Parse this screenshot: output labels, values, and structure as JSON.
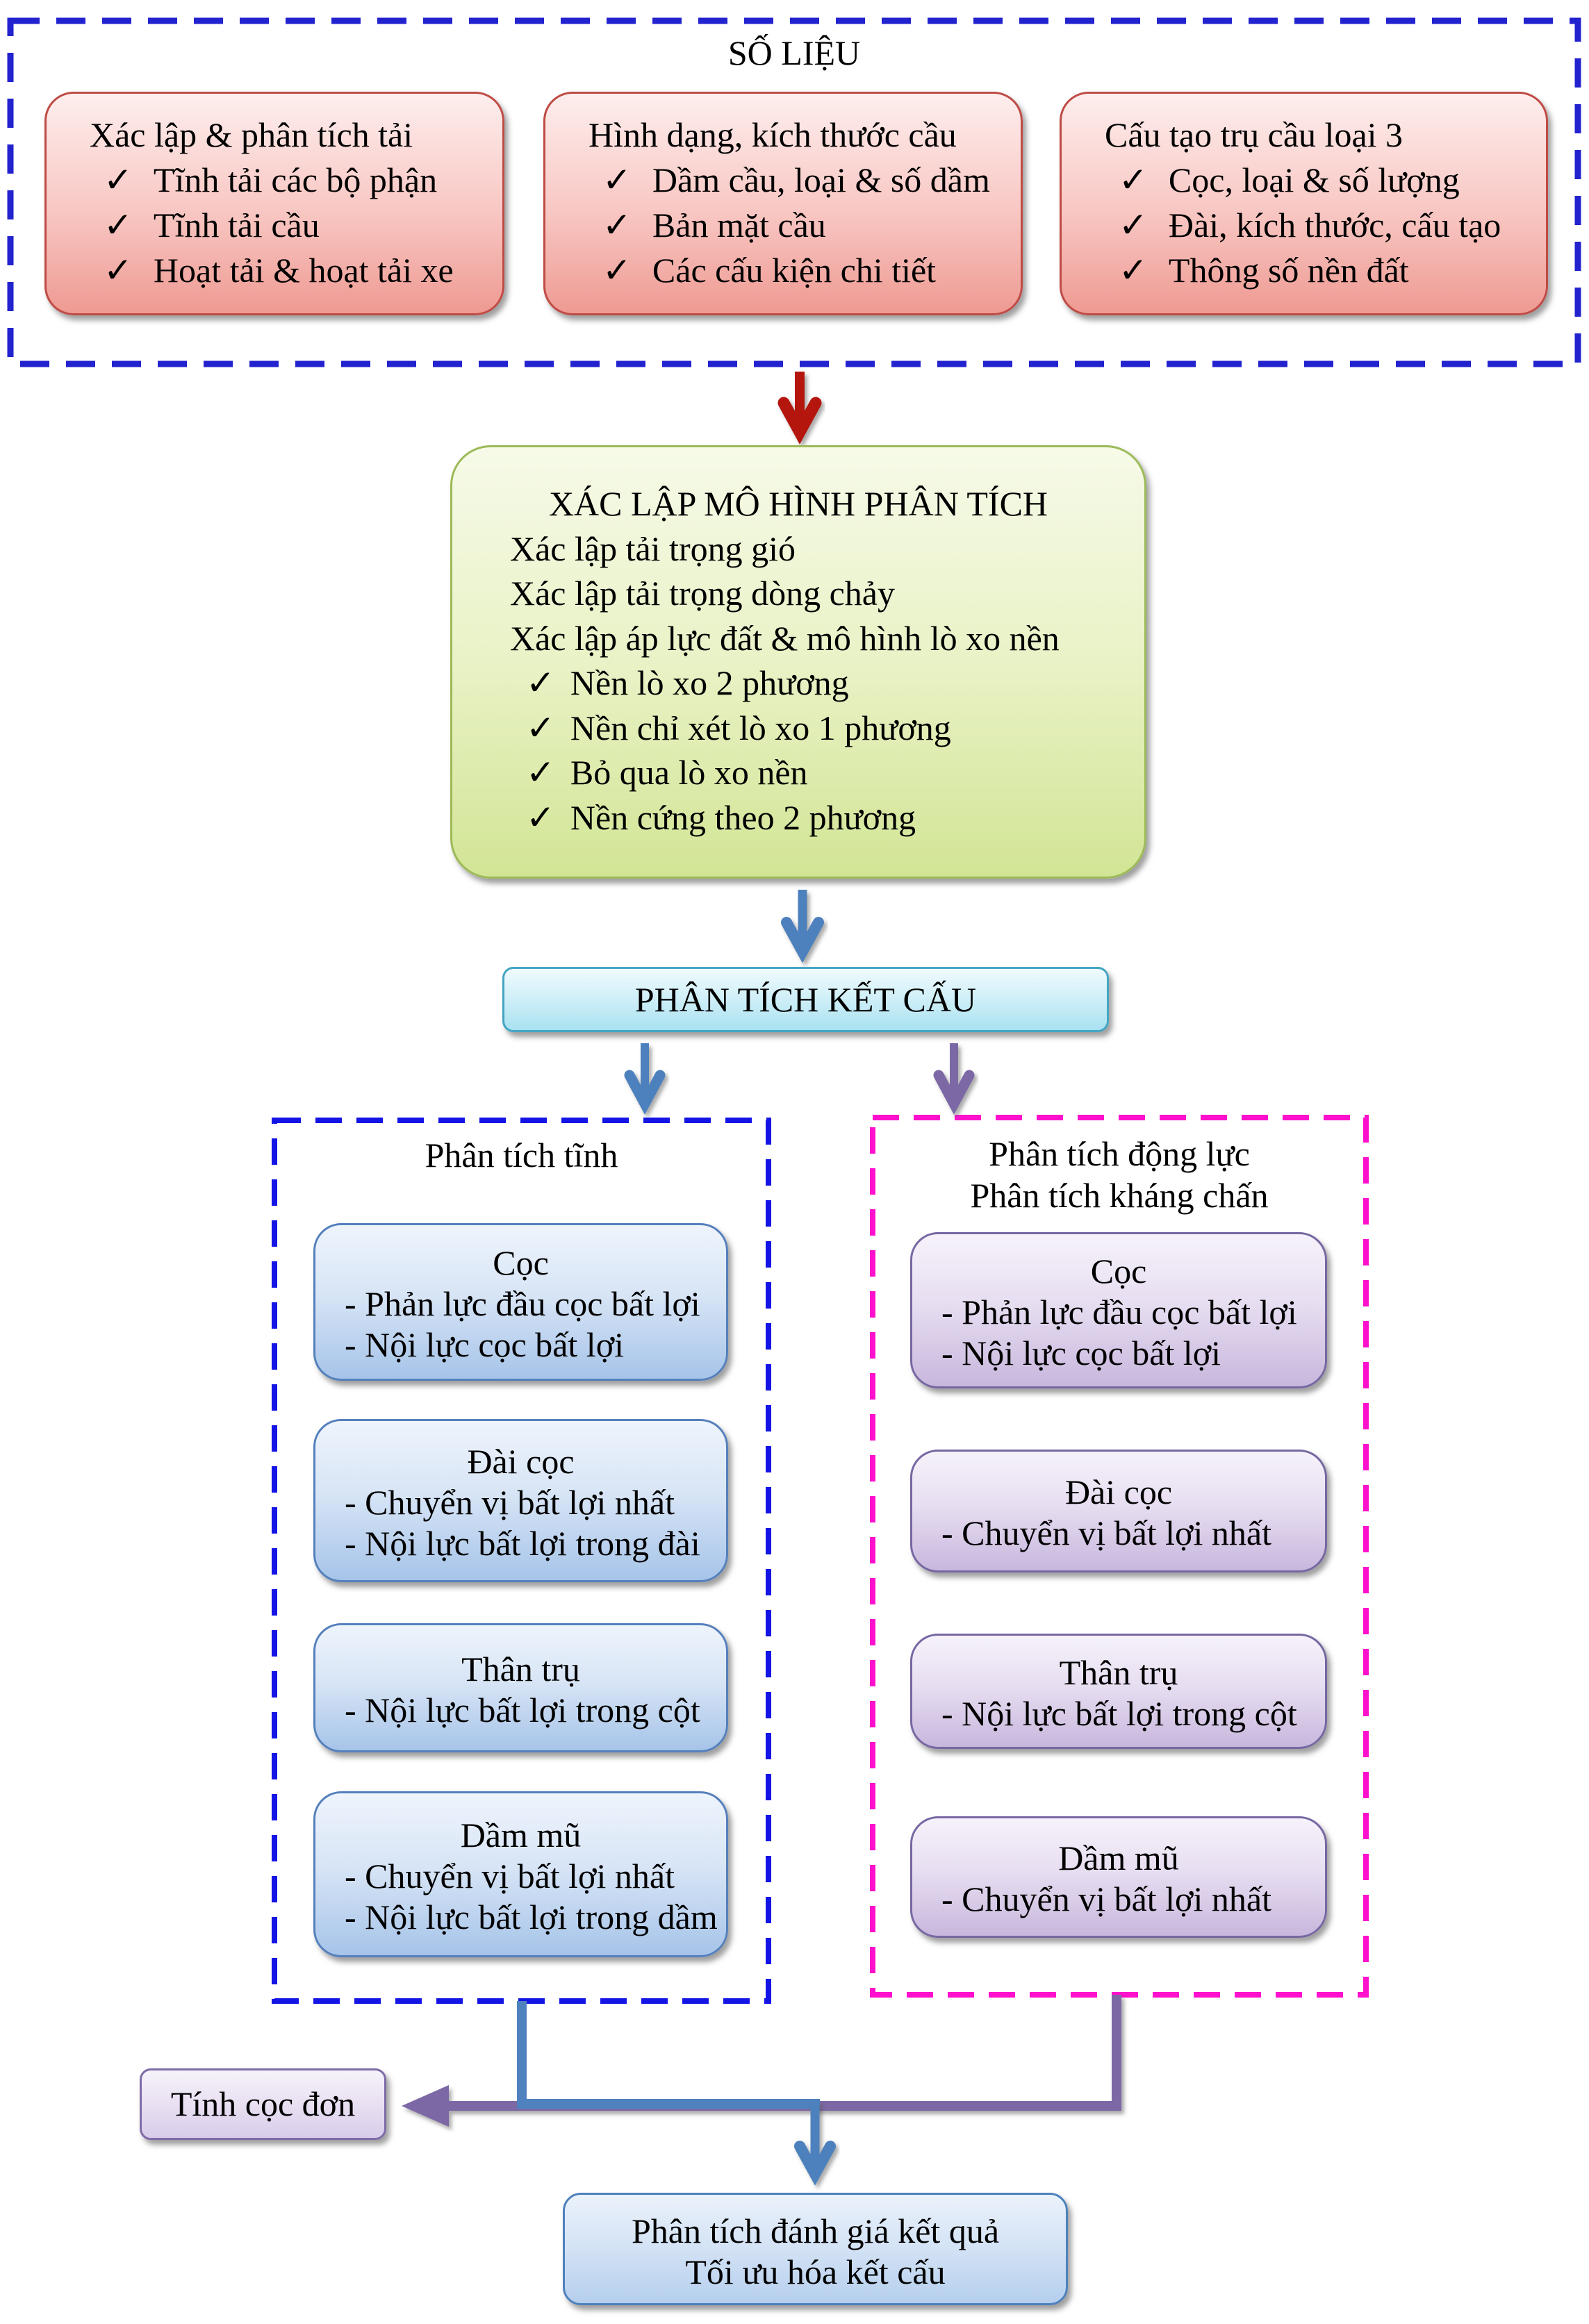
{
  "icons": {
    "check": "✓"
  },
  "colors": {
    "data_border_dash": "#2222cf",
    "static_border_dash": "#1414e6",
    "dynamic_border_dash": "#ff10cd",
    "red_box_fill_top": "#fdeeed",
    "red_box_fill_bottom": "#ee9a92",
    "red_box_border": "#bf4b45",
    "green_box_fill_top": "#f6fae8",
    "green_box_fill_bottom": "#d2e595",
    "green_box_border": "#9cba58",
    "cyan_box_fill_top": "#f0fbfe",
    "cyan_box_fill_bottom": "#a9e1f1",
    "cyan_box_border": "#44a5c3",
    "blue_box_fill_top": "#eef4fc",
    "blue_box_fill_bottom": "#a6c4e9",
    "blue_box_border": "#5580bc",
    "purple_box_fill_top": "#f6f2fa",
    "purple_box_fill_bottom": "#c8b7dd",
    "purple_box_border": "#7767a2",
    "red_arrow": "#b41410",
    "blue_arrow": "#4e81bd",
    "purple_arrow": "#7c67a5",
    "text": "#000000"
  },
  "top_section": {
    "title": "SỐ LIỆU",
    "boxes": [
      {
        "title": "Xác lập & phân tích tải",
        "items": [
          "Tĩnh tải các bộ phận",
          "Tĩnh tải cầu",
          "Hoạt tải & hoạt tải xe"
        ]
      },
      {
        "title": "Hình dạng, kích thước cầu",
        "items": [
          "Dầm cầu, loại & số dầm",
          "Bản mặt cầu",
          "Các cấu kiện chi tiết"
        ]
      },
      {
        "title": "Cấu tạo trụ cầu loại 3",
        "items": [
          "Cọc, loại & số lượng",
          "Đài, kích thước, cấu tạo",
          "Thông số nền đất"
        ]
      }
    ]
  },
  "model_box": {
    "title": "XÁC LẬP MÔ HÌNH PHÂN TÍCH",
    "lines": [
      "Xác lập tải trọng gió",
      "Xác lập tải trọng dòng chảy",
      "Xác lập áp lực đất & mô hình lò xo nền"
    ],
    "items": [
      "Nền lò xo 2 phương",
      "Nền chỉ xét lò xo 1 phương",
      "Bỏ qua lò xo nền",
      "Nền cứng theo 2 phương"
    ]
  },
  "analysis_bar": {
    "label": "PHÂN TÍCH KẾT CẤU"
  },
  "static_branch": {
    "title": "Phân tích tĩnh",
    "boxes": [
      {
        "title": "Cọc",
        "lines": [
          "- Phản lực đầu cọc bất lợi",
          "- Nội lực cọc bất lợi"
        ]
      },
      {
        "title": "Đài cọc",
        "lines": [
          "- Chuyển vị bất lợi nhất",
          "- Nội lực bất lợi trong đài"
        ]
      },
      {
        "title": "Thân trụ",
        "lines": [
          "- Nội lực bất lợi trong cột"
        ]
      },
      {
        "title": "Dầm mũ",
        "lines": [
          "- Chuyển vị bất lợi nhất",
          "- Nội lực bất lợi trong dầm"
        ]
      }
    ]
  },
  "dynamic_branch": {
    "title_lines": [
      "Phân tích động lực",
      "Phân tích kháng chấn"
    ],
    "boxes": [
      {
        "title": "Cọc",
        "lines": [
          "- Phản lực đầu cọc bất lợi",
          "- Nội lực cọc bất lợi"
        ]
      },
      {
        "title": "Đài cọc",
        "lines": [
          "- Chuyển vị bất lợi nhất"
        ]
      },
      {
        "title": "Thân trụ",
        "lines": [
          "- Nội lực bất lợi trong cột"
        ]
      },
      {
        "title": "Dầm mũ",
        "lines": [
          "- Chuyển vị bất lợi nhất"
        ]
      }
    ]
  },
  "single_pile_box": {
    "label": "Tính cọc đơn"
  },
  "result_box": {
    "lines": [
      "Phân tích đánh giá kết quả",
      "Tối ưu hóa kết cấu"
    ]
  }
}
